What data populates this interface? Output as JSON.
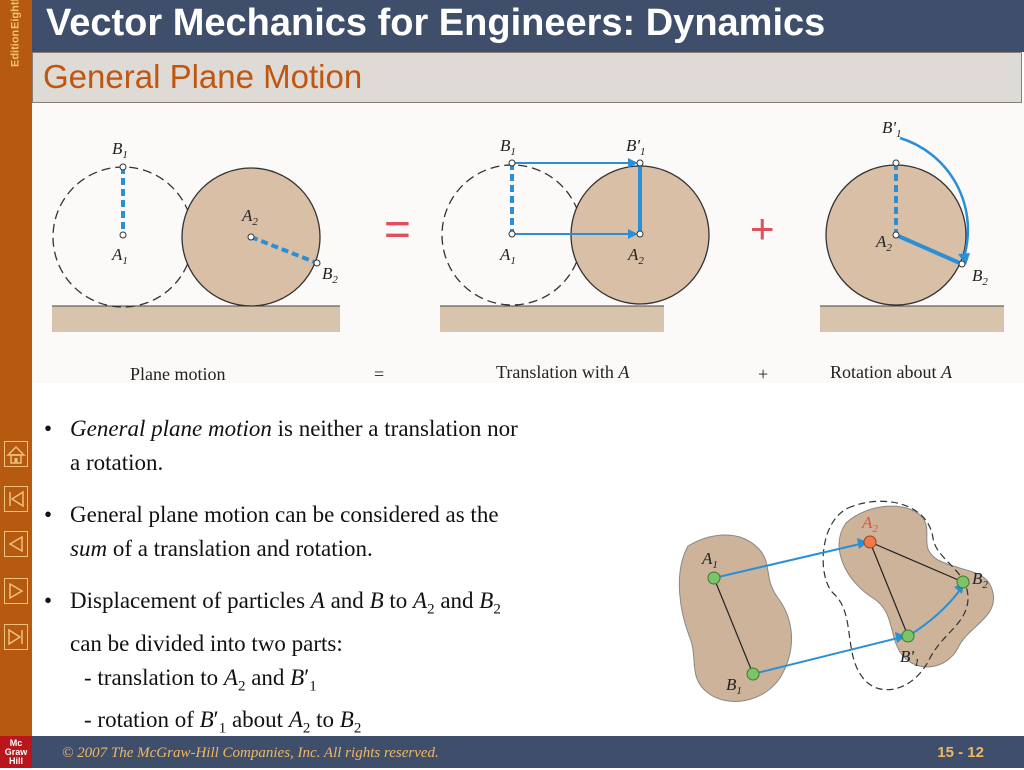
{
  "header": {
    "title": "Vector Mechanics for Engineers: Dynamics",
    "subtitle": "General Plane Motion"
  },
  "sidebar": {
    "edition_line1": "Eighth",
    "edition_line2": "Edition",
    "nav_buttons": [
      "home-icon",
      "first-slide-icon",
      "previous-slide-icon",
      "next-slide-icon",
      "last-slide-icon"
    ],
    "publisher_logo": [
      "Mc",
      "Graw",
      "Hill"
    ]
  },
  "figure_top": {
    "labels": {
      "b1_a": "B",
      "b1_a_sub": "1",
      "a1_a": "A",
      "a1_a_sub": "1",
      "a2_a": "A",
      "a2_a_sub": "2",
      "b2_a": "B",
      "b2_a_sub": "2",
      "b1_b": "B",
      "b1_b_sub": "1",
      "b1p_b": "B'",
      "b1p_b_sub": "1",
      "a1_b": "A",
      "a1_b_sub": "1",
      "a2_b": "A",
      "a2_b_sub": "2",
      "b1p_c": "B'",
      "b1p_c_sub": "1",
      "a2_c": "A",
      "a2_c_sub": "2",
      "b2_c": "B",
      "b2_c_sub": "2"
    },
    "equals_symbol": "=",
    "plus_symbol": "+",
    "caption_plane": "Plane motion",
    "caption_equals": "=",
    "caption_translation": "Translation with ",
    "caption_translation_var": "A",
    "caption_plus": "+",
    "caption_rotation": "Rotation about ",
    "caption_rotation_var": "A"
  },
  "bullets": {
    "b1_em": "General plane motion",
    "b1_rest": " is neither a translation nor",
    "b1_line2": "a rotation.",
    "b2_line1": "General plane motion can be considered as the",
    "b2_em": "sum",
    "b2_rest": " of a translation and rotation.",
    "b3_pre": "Displacement of particles ",
    "b3_A": "A",
    "b3_and1": " and ",
    "b3_B": "B",
    "b3_to": " to ",
    "b3_A2": "A",
    "b3_A2_sub": "2",
    "b3_and2": " and ",
    "b3_B2": "B",
    "b3_B2_sub": "2",
    "b3_line2": "can be divided into two parts:",
    "sub1_pre": "- translation to ",
    "sub1_A": "A",
    "sub1_A_sub": "2",
    "sub1_and": " and ",
    "sub1_B": "B",
    "sub1_B_prime": "′",
    "sub1_B_sub": "1",
    "sub2_pre": "- rotation of ",
    "sub2_B": "B",
    "sub2_B_prime": "′",
    "sub2_B_sub": "1",
    "sub2_about": " about ",
    "sub2_A": "A",
    "sub2_A_sub": "2",
    "sub2_to": " to ",
    "sub2_B2": "B",
    "sub2_B2_sub": "2"
  },
  "figure_bottom": {
    "a1": "A",
    "a1_sub": "1",
    "a2": "A",
    "a2_sub": "2",
    "b1": "B",
    "b1_sub": "1",
    "b1p": "B'",
    "b1p_sub": "1",
    "b2": "B",
    "b2_sub": "2"
  },
  "footer": {
    "copyright": "© 2007 The McGraw-Hill Companies, Inc. All rights reserved.",
    "page": "15 - 12"
  },
  "colors": {
    "header_bg": "#3f4e6b",
    "sidebar_bg": "#b55a0e",
    "subtitle_text": "#c0560f",
    "disk_fill": "#d9bfa6",
    "arrow_blue": "#2a8fd4",
    "plus_red": "#e0505a",
    "footer_text": "#f0b860"
  }
}
